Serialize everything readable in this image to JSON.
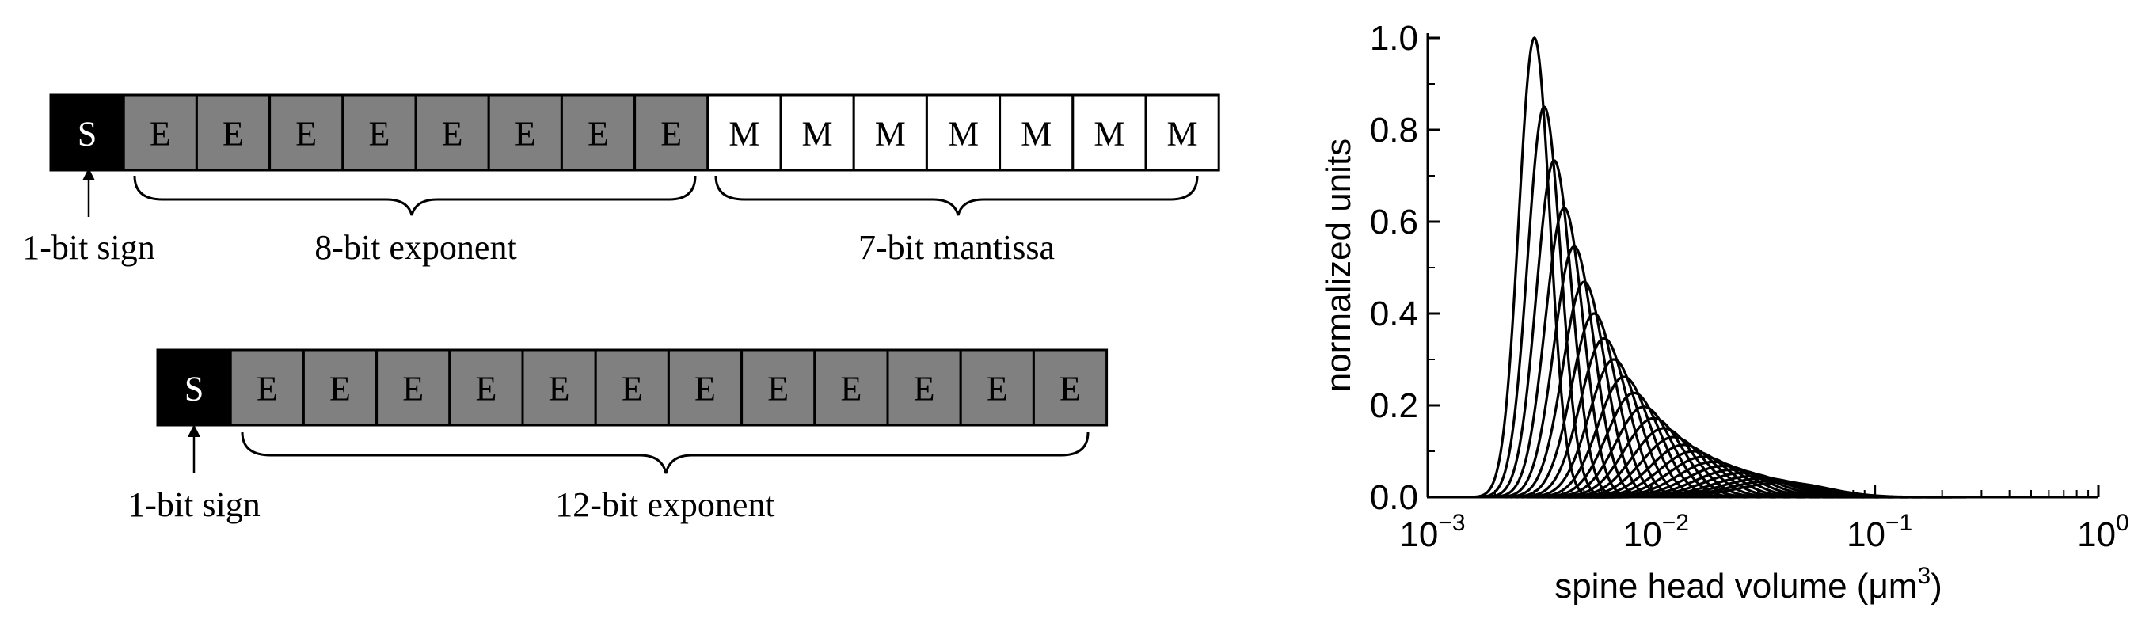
{
  "format_bf16": {
    "cells": [
      "S",
      "E",
      "E",
      "E",
      "E",
      "E",
      "E",
      "E",
      "E",
      "M",
      "M",
      "M",
      "M",
      "M",
      "M",
      "M"
    ],
    "sign_label": "1-bit sign",
    "exponent_label": "8-bit exponent",
    "mantissa_label": "7-bit mantissa"
  },
  "format_13bit": {
    "cells": [
      "S",
      "E",
      "E",
      "E",
      "E",
      "E",
      "E",
      "E",
      "E",
      "E",
      "E",
      "E",
      "E"
    ],
    "sign_label": "1-bit sign",
    "exponent_label": "12-bit exponent"
  },
  "colors": {
    "sign_fill": "#000000",
    "exponent_fill": "#808080",
    "mantissa_fill": "#ffffff",
    "stroke": "#000000"
  },
  "chart_data": {
    "type": "line",
    "xlabel": "spine head volume (μm",
    "xlabel_superscript": "3",
    "xlabel_suffix": ")",
    "ylabel": "normalized units",
    "xscale": "log",
    "xlim": [
      0.001,
      1
    ],
    "ylim": [
      0,
      1
    ],
    "x_tick_labels": [
      {
        "base": "10",
        "exp": "−3"
      },
      {
        "base": "10",
        "exp": "−2"
      },
      {
        "base": "10",
        "exp": "−1"
      },
      {
        "base": "10",
        "exp": "0"
      }
    ],
    "y_tick_labels": [
      "0.0",
      "0.2",
      "0.4",
      "0.6",
      "0.8",
      "1.0"
    ],
    "grid": false,
    "legend": "none",
    "series_description": "26 unnamed log-normal peaks",
    "series": [
      {
        "peak_x": 0.003,
        "peak_y": 1.0,
        "width": 0.07
      },
      {
        "peak_x": 0.00332,
        "peak_y": 0.85,
        "width": 0.075
      },
      {
        "peak_x": 0.00368,
        "peak_y": 0.733,
        "width": 0.08
      },
      {
        "peak_x": 0.00408,
        "peak_y": 0.63,
        "width": 0.085
      },
      {
        "peak_x": 0.00452,
        "peak_y": 0.546,
        "width": 0.09
      },
      {
        "peak_x": 0.00501,
        "peak_y": 0.469,
        "width": 0.095
      },
      {
        "peak_x": 0.00555,
        "peak_y": 0.4,
        "width": 0.1
      },
      {
        "peak_x": 0.00615,
        "peak_y": 0.346,
        "width": 0.105
      },
      {
        "peak_x": 0.00681,
        "peak_y": 0.3,
        "width": 0.11
      },
      {
        "peak_x": 0.00755,
        "peak_y": 0.262,
        "width": 0.115
      },
      {
        "peak_x": 0.00837,
        "peak_y": 0.227,
        "width": 0.12
      },
      {
        "peak_x": 0.00927,
        "peak_y": 0.197,
        "width": 0.125
      },
      {
        "peak_x": 0.01027,
        "peak_y": 0.172,
        "width": 0.13
      },
      {
        "peak_x": 0.01138,
        "peak_y": 0.15,
        "width": 0.135
      },
      {
        "peak_x": 0.01261,
        "peak_y": 0.131,
        "width": 0.14
      },
      {
        "peak_x": 0.01397,
        "peak_y": 0.114,
        "width": 0.145
      },
      {
        "peak_x": 0.01548,
        "peak_y": 0.1,
        "width": 0.15
      },
      {
        "peak_x": 0.01715,
        "peak_y": 0.088,
        "width": 0.155
      },
      {
        "peak_x": 0.019,
        "peak_y": 0.077,
        "width": 0.16
      },
      {
        "peak_x": 0.02105,
        "peak_y": 0.068,
        "width": 0.165
      },
      {
        "peak_x": 0.02332,
        "peak_y": 0.06,
        "width": 0.17
      },
      {
        "peak_x": 0.02584,
        "peak_y": 0.053,
        "width": 0.175
      },
      {
        "peak_x": 0.02863,
        "peak_y": 0.046,
        "width": 0.18
      },
      {
        "peak_x": 0.03172,
        "peak_y": 0.041,
        "width": 0.185
      },
      {
        "peak_x": 0.03514,
        "peak_y": 0.036,
        "width": 0.19
      },
      {
        "peak_x": 0.03893,
        "peak_y": 0.032,
        "width": 0.195
      }
    ]
  }
}
